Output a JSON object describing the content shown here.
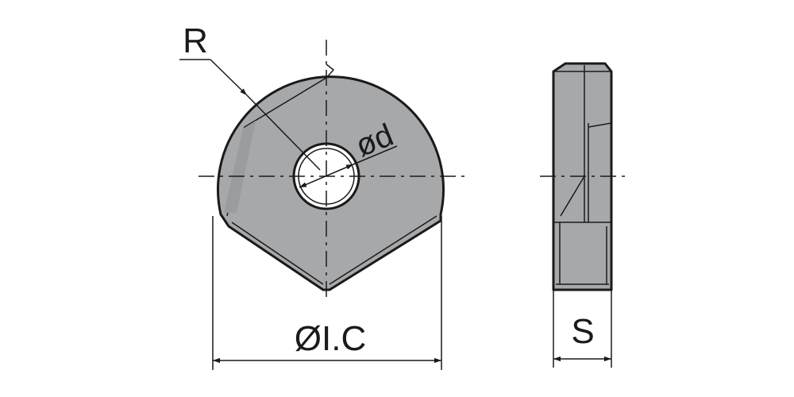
{
  "labels": {
    "radius": "R",
    "bore": "ød",
    "inscribed_circle": "ØI.C",
    "thickness": "S"
  },
  "colors": {
    "insert_fill": "#a6a8aa",
    "insert_dark": "#8a8c8e",
    "outline": "#1a1a1a",
    "dim_line": "#1a1a1a",
    "background": "#ffffff"
  }
}
